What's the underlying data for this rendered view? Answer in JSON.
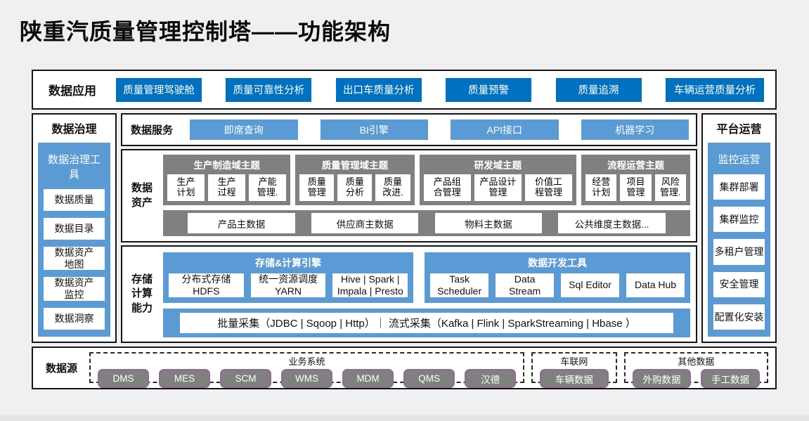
{
  "title": "陕重汽质量管理控制塔——功能架构",
  "colors": {
    "accent_dark": "#0070C0",
    "accent_light": "#5B9BD5",
    "block_gray": "#808080",
    "source_border": "#8E6D93",
    "page_bg": "#F0F0F2",
    "box_border": "#151515"
  },
  "data_application": {
    "label": "数据应用",
    "buttons": [
      "质量管理驾驶舱",
      "质量可靠性分析",
      "出口车质量分析",
      "质量预警",
      "质量追溯",
      "车辆运营质量分析"
    ]
  },
  "data_governance": {
    "label": "数据治理",
    "panel_label": "数据治理工具",
    "items": [
      "数据质量",
      "数据目录",
      "数据资产\n地图",
      "数据资产\n监控",
      "数据洞察"
    ]
  },
  "platform_ops": {
    "label": "平台运营",
    "panel_label": "监控运营",
    "items": [
      "集群部署",
      "集群监控",
      "多租户管理",
      "安全管理",
      "配置化安装"
    ]
  },
  "data_services": {
    "label": "数据服务",
    "buttons": [
      "即席查询",
      "BI引擎",
      "API接口",
      "机器学习"
    ]
  },
  "data_assets": {
    "label": "数据\n资产",
    "themes": [
      {
        "title": "生产制造域主题",
        "items": [
          "生产\n计划",
          "生产\n过程",
          "产能\n管理."
        ]
      },
      {
        "title": "质量管理域主题",
        "items": [
          "质量\n管理",
          "质量\n分析",
          "质量\n改进."
        ]
      },
      {
        "title": "研发域主题",
        "items": [
          "产品组\n合管理",
          "产品设计\n管理",
          "价值工\n程管理"
        ]
      },
      {
        "title": "流程运营主题",
        "items": [
          "经营\n计划",
          "项目\n管理",
          "风险\n管理."
        ]
      }
    ],
    "master_data": [
      "产品主数据",
      "供应商主数据",
      "物料主数据",
      "公共维度主数据..."
    ]
  },
  "storage_compute": {
    "label": "存储\n计算\n能力",
    "groups": [
      {
        "title": "存储&计算引擎",
        "items": [
          "分布式存储\nHDFS",
          "统一资源调度\nYARN",
          "Hive | Spark |\nImpala | Presto"
        ]
      },
      {
        "title": "数据开发工具",
        "items": [
          "Task\nScheduler",
          "Data\nStream",
          "Sql Editor",
          "Data Hub"
        ]
      }
    ],
    "ingestion": "批量采集（JDBC | Sqoop | Http）｜  流式采集（Kafka | Flink | SparkStreaming | Hbase ）"
  },
  "data_sources": {
    "label": "数据源",
    "groups": [
      {
        "title": "业务系统",
        "items": [
          "DMS",
          "MES",
          "SCM",
          "WMS",
          "MDM",
          "QMS",
          "汉德"
        ]
      },
      {
        "title": "车联网",
        "items": [
          "车辆数据"
        ]
      },
      {
        "title": "其他数据",
        "items": [
          "外购数据",
          "手工数据"
        ]
      }
    ]
  }
}
